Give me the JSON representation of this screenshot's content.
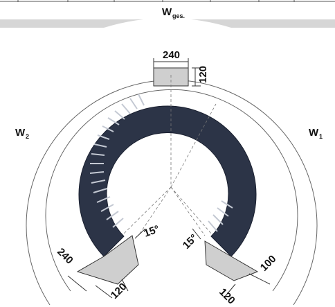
{
  "labels": {
    "w_total": "W",
    "w_total_sub": "ges.",
    "w1": "W",
    "w1_sub": "1",
    "w2": "W",
    "w2_sub": "2"
  },
  "dimensions": {
    "top_width": "240",
    "top_height": "120",
    "left_width": "240",
    "left_height": "120",
    "right_width": "100",
    "right_height": "120",
    "left_angle": "15°",
    "right_angle": "15°"
  },
  "colors": {
    "ring": "#2a3346",
    "ring_inner_ribs": "#b9bfcb",
    "mount": "#cfcfcf",
    "header_bar": "#d8d8d8",
    "dim_line": "#333333"
  }
}
